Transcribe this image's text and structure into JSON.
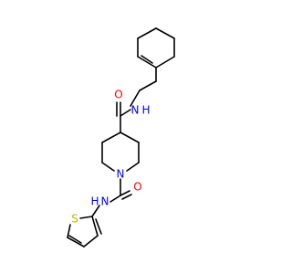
{
  "molecule": {
    "atoms": {
      "o_upper": {
        "symbol": "O",
        "color": "#ff0000"
      },
      "nh_upper": {
        "symbol": "N",
        "h": "H",
        "color": "#0000ff"
      },
      "n_ring": {
        "symbol": "N",
        "color": "#0000ff"
      },
      "o_lower": {
        "symbol": "O",
        "color": "#ff0000"
      },
      "nh_lower": {
        "symbol": "N",
        "h": "H",
        "color": "#0000ff"
      },
      "s_thiophene": {
        "symbol": "S",
        "color": "#c8b400"
      }
    }
  }
}
